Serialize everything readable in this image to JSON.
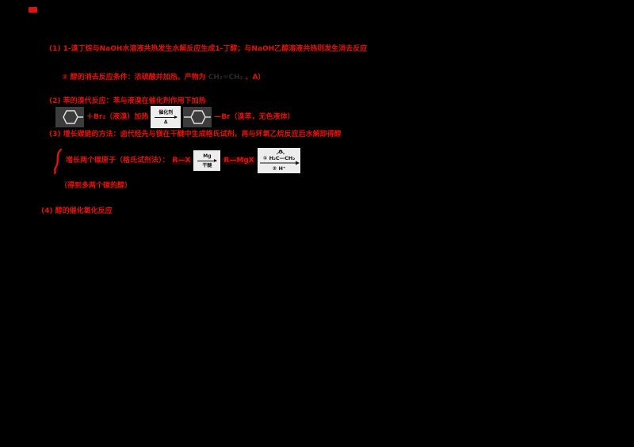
{
  "colors": {
    "background": "#000000",
    "accent_red": "#e41209",
    "structure_patch": "#3c3c3c",
    "condition_panel": "#ededed",
    "panel_ink": "#151515"
  },
  "lines": {
    "s1": "(1) 1-溴丁烷与NaOH水溶液共热发生水解反应生成1-丁醇；与NaOH乙醇溶液共热则发生消去反应",
    "s1_note_red1": "② 醇的消去反应条件：浓硫酸并加热，产物为",
    "s1_note_black": "CH₂=CH₂",
    "s1_note_red2": "、A）",
    "s2": "(2) 苯的溴代反应：苯与液溴在催化剂作用下加热",
    "ring1_label": "＋Br₂（液溴）加热",
    "cond1_top": "催化剂",
    "cond1_bottom": "Δ",
    "ring2_label": "—Br（溴苯，无色液体）",
    "s3": "(3) 增长碳链的方法：卤代烃先与镁在干醚中生成格氏试剂，再与环氧乙烷反应后水解即得醇",
    "scheme_label": "增长两个碳原子（格氏试剂法）：",
    "scheme_r1": "R—X",
    "cond2_top": "Mg",
    "cond2_bottom": "干醚",
    "scheme_r2": "R—MgX",
    "cond3_o": "O",
    "cond3_step1": "① H₂C—CH₂",
    "cond3_step2": "② H⁺",
    "scheme_note": "（得到多两个碳的醇）",
    "s4": "(4) 醇的催化氧化反应"
  }
}
